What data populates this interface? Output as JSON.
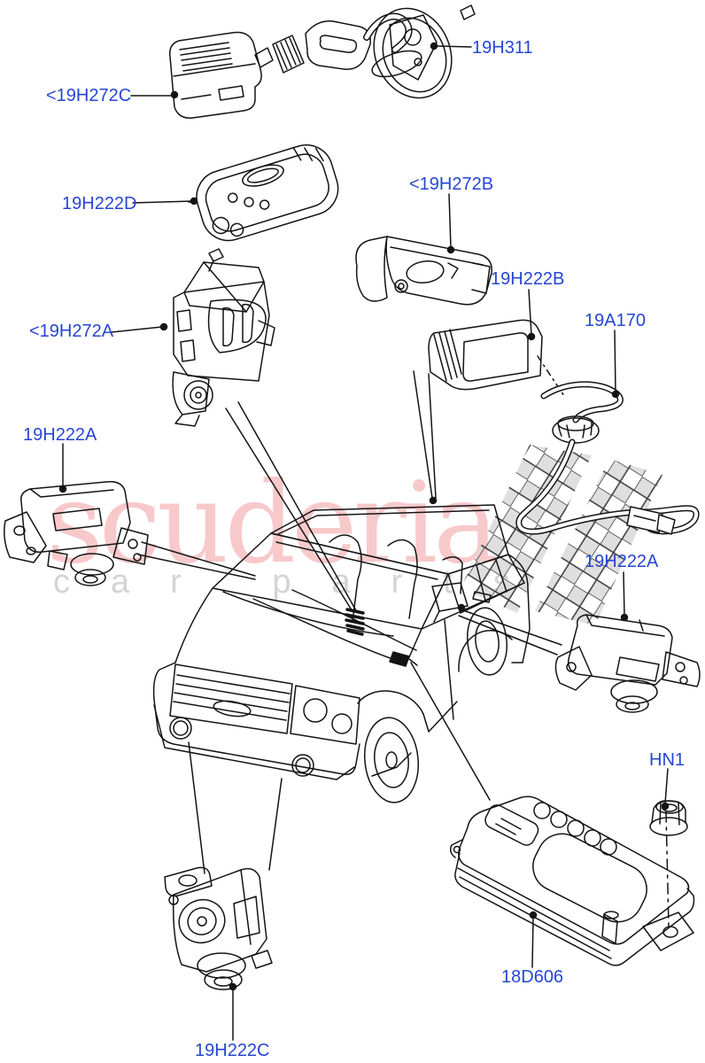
{
  "diagram": {
    "kind": "vehicle-parts-exploded-diagram",
    "colors": {
      "label_blue": "#2646d2",
      "line": "#141414",
      "watermark_pink": "#f7c9cb",
      "watermark_grey": "#d4d4d4",
      "checker_grey": "#dadada"
    },
    "watermark": {
      "word": "scuderia",
      "sub": "car parts"
    },
    "labels": [
      {
        "id": "19H272C",
        "text": "<19H272C"
      },
      {
        "id": "19H311",
        "text": "19H311"
      },
      {
        "id": "19H222D",
        "text": "19H222D"
      },
      {
        "id": "19H272B",
        "text": "<19H272B"
      },
      {
        "id": "19H222B",
        "text": "19H222B"
      },
      {
        "id": "19A170",
        "text": "19A170"
      },
      {
        "id": "19H272A",
        "text": "<19H272A"
      },
      {
        "id": "19H222A_left",
        "text": "19H222A"
      },
      {
        "id": "19H222A_right",
        "text": "19H222A"
      },
      {
        "id": "HN1",
        "text": "HN1"
      },
      {
        "id": "18D606",
        "text": "18D606"
      },
      {
        "id": "19H222C",
        "text": "19H222C"
      }
    ]
  }
}
